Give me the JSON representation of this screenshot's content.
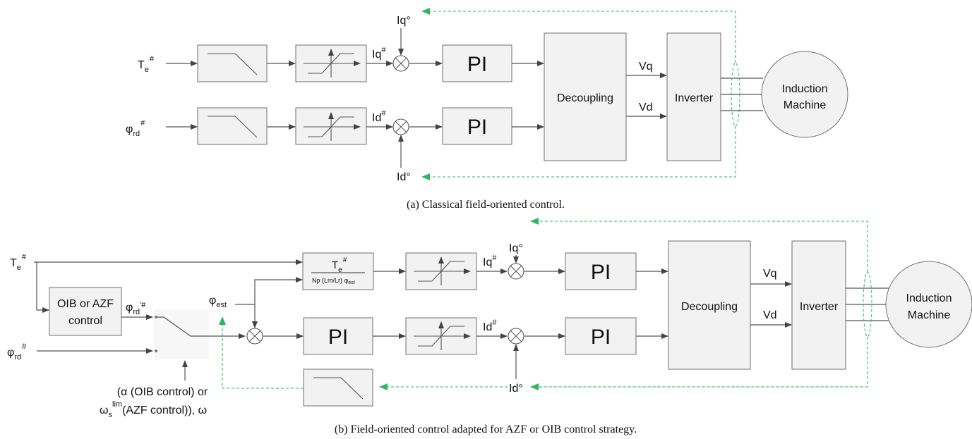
{
  "diagram_a": {
    "inputs": {
      "te_base": "T",
      "te_sub": "e",
      "te_sup": "#",
      "phi_base": "φ",
      "phi_sub": "rd",
      "phi_sup": "#"
    },
    "iq_star_base": "Iq",
    "iq_star_sup": "#",
    "id_star_base": "Id",
    "id_star_sup": "#",
    "iq_feedback": "Iq°",
    "id_feedback": "Id°",
    "pi_top": "PI",
    "pi_bottom": "PI",
    "decoupling": "Decoupling",
    "vq": "Vq",
    "vd": "Vd",
    "inverter": "Inverter",
    "machine_line1": "Induction",
    "machine_line2": "Machine",
    "caption": "(a) Classical field-oriented control."
  },
  "diagram_b": {
    "inputs": {
      "te_base": "T",
      "te_sub": "e",
      "te_sup": "#",
      "phi_base": "φ",
      "phi_sub": "rd",
      "phi_sup": "#"
    },
    "oib_azf_line1": "OIB or AZF",
    "oib_azf_line2": "control",
    "phi_rd_prime_base": "φ",
    "phi_rd_prime_sub": "rd",
    "phi_rd_prime_sup": "'#",
    "phi_est_base": "φ",
    "phi_est_sub": "est",
    "torque_block": {
      "num_base": "T",
      "num_sub": "e",
      "num_sup": "#",
      "den": "Np (Lm/Lr) φ",
      "den_sub": "est"
    },
    "iq_star_base": "Iq",
    "iq_star_sup": "#",
    "id_star_base": "Id",
    "id_star_sup": "#",
    "iq_feedback": "Iq°",
    "id_feedback": "Id°",
    "pi_flux": "PI",
    "pi_top": "PI",
    "pi_bottom": "PI",
    "decoupling": "Decoupling",
    "vq": "Vq",
    "vd": "Vd",
    "inverter": "Inverter",
    "machine_line1": "Induction",
    "machine_line2": "Machine",
    "switch_label_line1": "(α (OIB control) or",
    "switch_label_line2_base": "ω",
    "switch_label_line2_sub": "s",
    "switch_label_line2_sup": "lim",
    "switch_label_line2_rest": "(AZF control)), ω",
    "caption": "(b) Field-oriented control adapted for AZF or OIB control strategy."
  },
  "colors": {
    "feedback": "#2fb565",
    "block_fill": "#f2f2f2",
    "block_stroke": "#6f6f6f"
  }
}
